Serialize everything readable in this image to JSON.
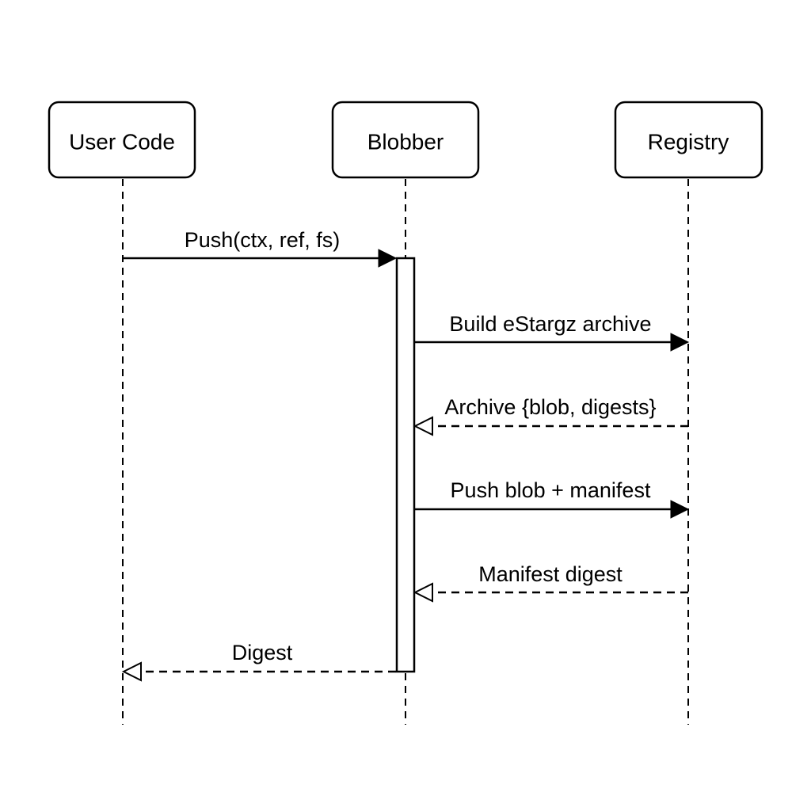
{
  "participants": [
    {
      "id": "user",
      "label": "User Code"
    },
    {
      "id": "blobber",
      "label": "Blobber"
    },
    {
      "id": "registry",
      "label": "Registry"
    }
  ],
  "messages": [
    {
      "label": "Push(ctx, ref, fs)",
      "from": "user",
      "to": "blobber",
      "kind": "call"
    },
    {
      "label": "Build eStargz archive",
      "from": "blobber",
      "to": "registry",
      "kind": "call"
    },
    {
      "label": "Archive {blob, digests}",
      "from": "registry",
      "to": "blobber",
      "kind": "return"
    },
    {
      "label": "Push blob + manifest",
      "from": "blobber",
      "to": "registry",
      "kind": "call"
    },
    {
      "label": "Manifest digest",
      "from": "registry",
      "to": "blobber",
      "kind": "return"
    },
    {
      "label": "Digest",
      "from": "blobber",
      "to": "user",
      "kind": "return"
    }
  ]
}
